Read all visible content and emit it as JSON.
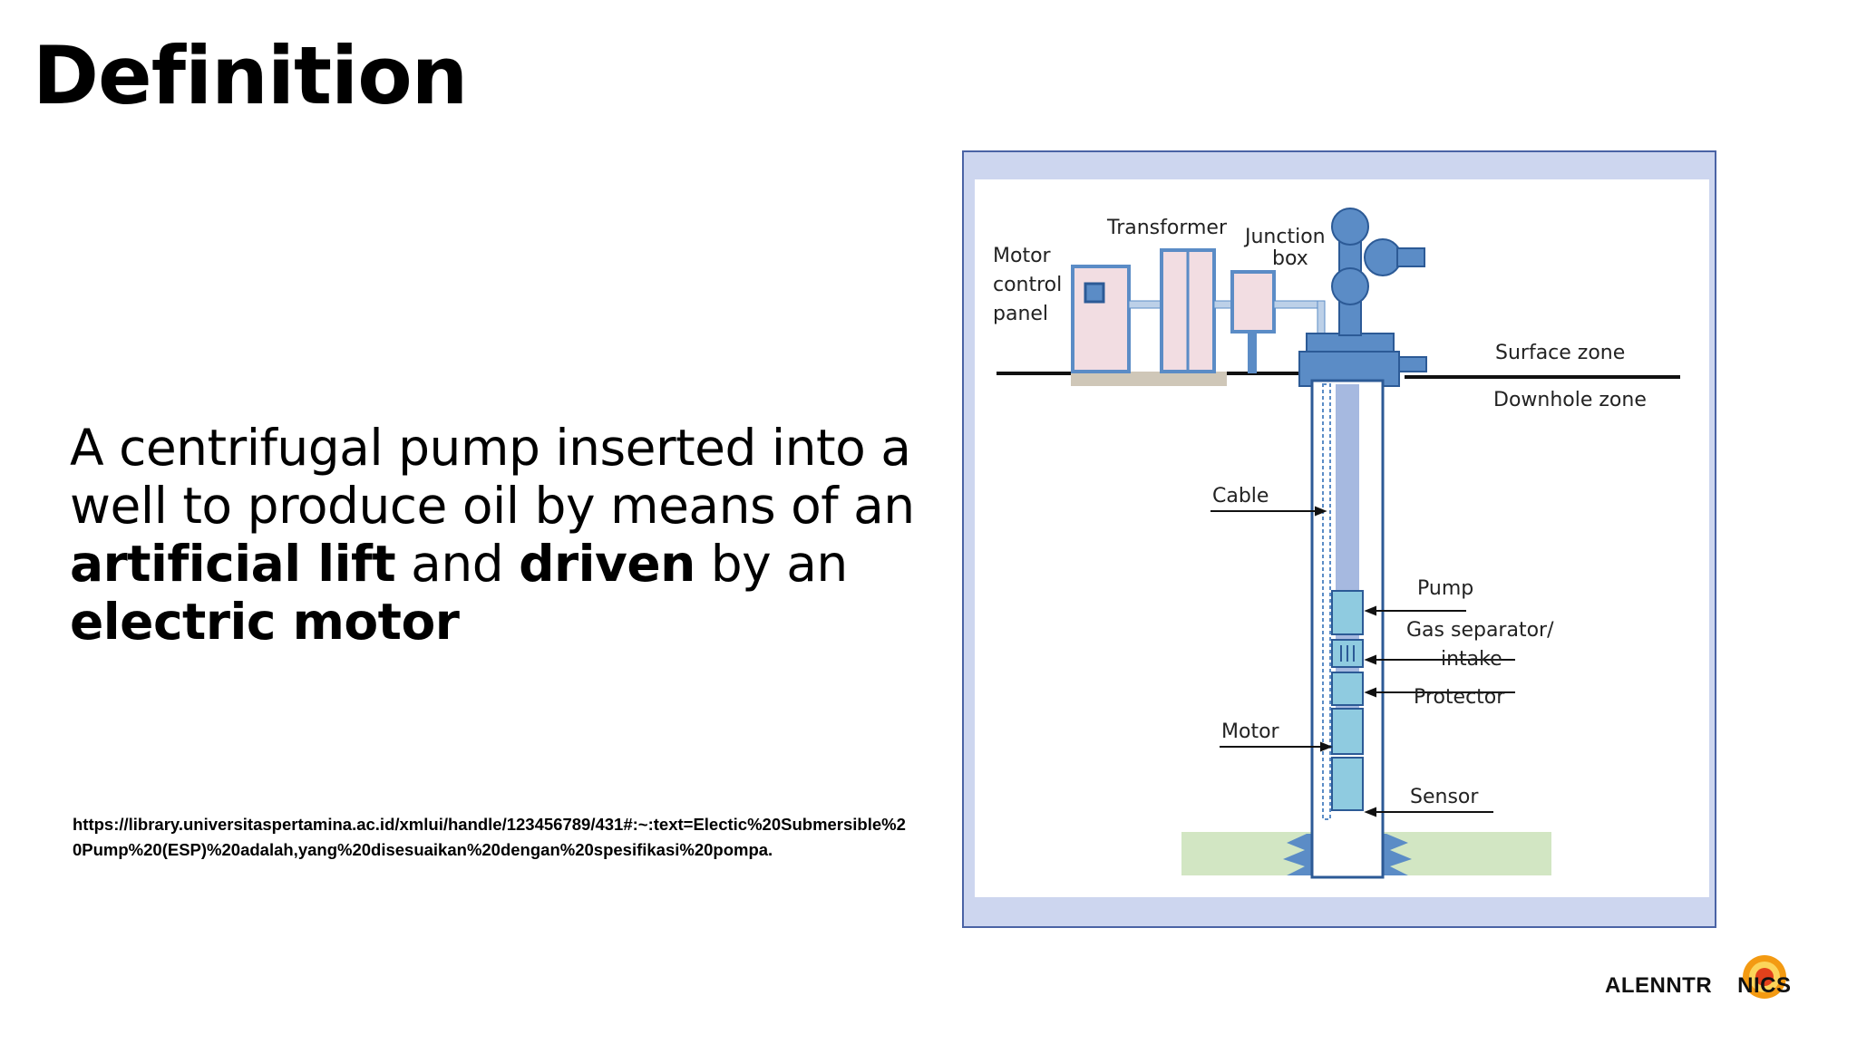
{
  "slide": {
    "title": "Definition",
    "body": {
      "t1": "A centrifugal pump inserted into a well to produce oil by means of an ",
      "b1": "artificial lift",
      "t2": " and ",
      "b2": "driven",
      "t3": " by an ",
      "b3": "electric motor"
    },
    "reference": "https://library.universitaspertamina.ac.id/xmlui/handle/123456789/431#:~:text=Electic%20Submersible%20Pump%20(ESP)%20adalah,yang%20disesuaikan%20dengan%20spesifikasi%20pompa."
  },
  "diagram": {
    "labels": {
      "motor_control_1": "Motor",
      "motor_control_2": "control",
      "motor_control_3": "panel",
      "transformer": "Transformer",
      "junction_1": "Junction",
      "junction_2": "box",
      "surface_zone": "Surface zone",
      "downhole_zone": "Downhole zone",
      "cable": "Cable",
      "pump": "Pump",
      "gas_sep_1": "Gas separator/",
      "gas_sep_2": "intake",
      "protector": "Protector",
      "motor": "Motor",
      "sensor": "Sensor"
    }
  },
  "logo": {
    "text_left": "ALENNTR",
    "text_right": "NICS"
  },
  "colors": {
    "equipment_blue": "#5b8cc6",
    "component_cyan": "#8fcbe0",
    "panel_pink": "#f2dde2",
    "ground_green": "#d2e6c3",
    "logo_orange": "#f39a12"
  }
}
